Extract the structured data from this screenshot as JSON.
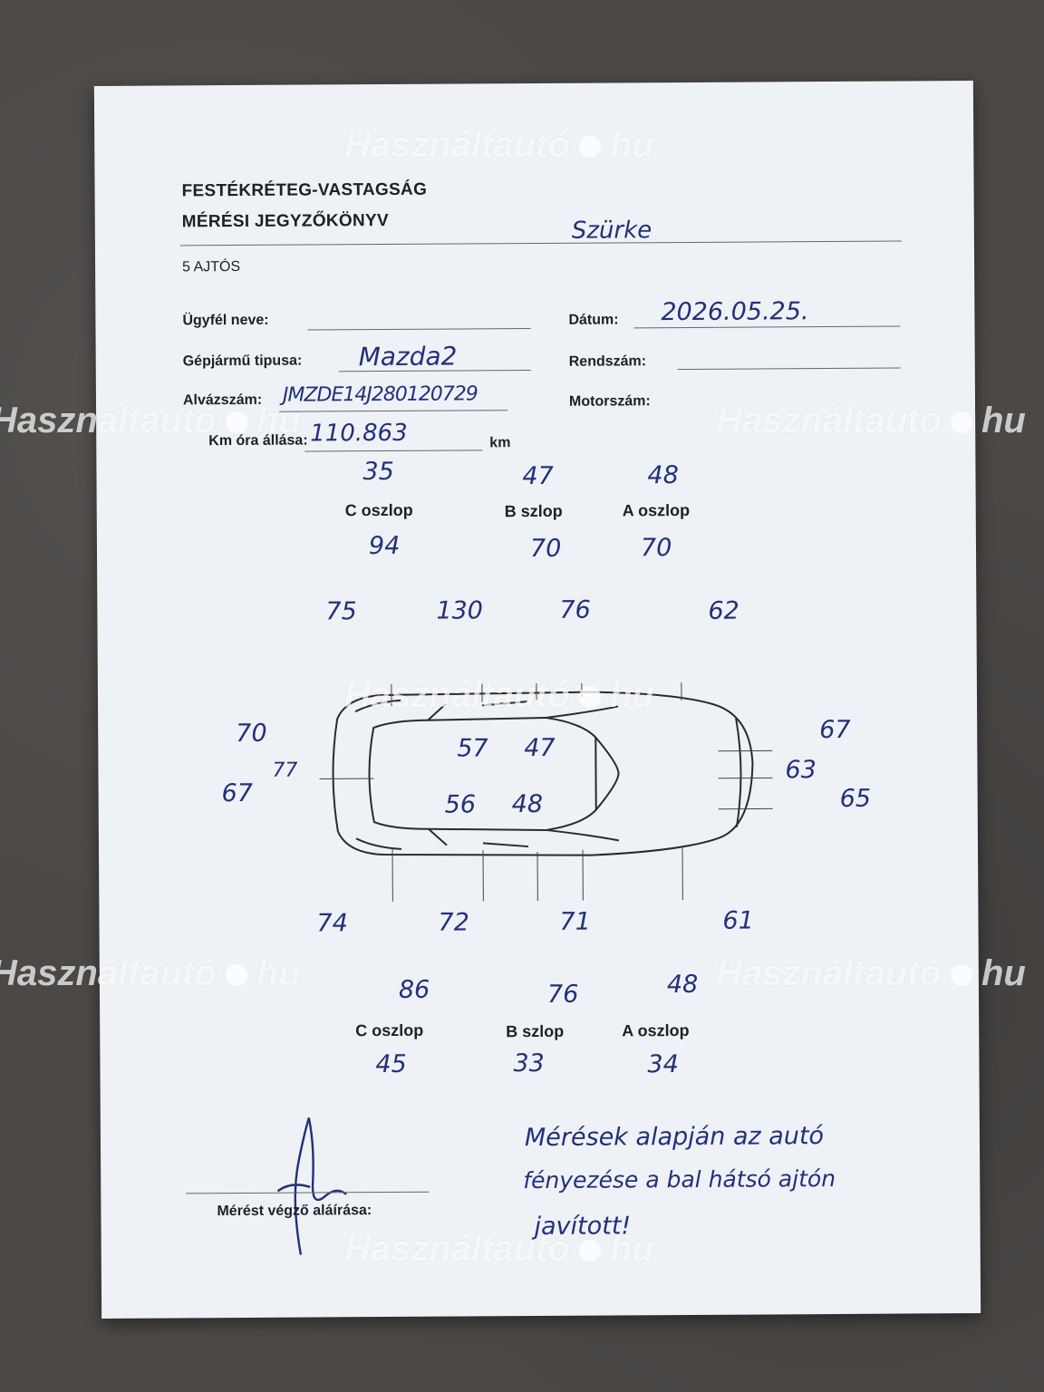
{
  "watermark": {
    "brand": "Használtautó",
    "tld": "hu"
  },
  "header": {
    "title_line1": "FESTÉKRÉTEG-VASTAGSÁG",
    "title_line2": "MÉRÉSI JEGYZŐKÖNYV",
    "doors": "5 AJTÓS",
    "color_handwritten": "Szürke"
  },
  "fields": {
    "client_label": "Ügyfél neve:",
    "client_value": "",
    "date_label": "Dátum:",
    "date_value": "2026.05.25.",
    "vehicle_type_label": "Gépjármű tipusa:",
    "vehicle_type_value": "Mazda2",
    "plate_label": "Rendszám:",
    "plate_value": "",
    "vin_label": "Alvázszám:",
    "vin_value": "JMZDE14J280120729",
    "engine_label": "Motorszám:",
    "engine_value": "",
    "odometer_label": "Km óra állása:",
    "odometer_value": "110.863",
    "odometer_unit": "km"
  },
  "pillars": {
    "c": "C oszlop",
    "b": "B szlop",
    "a": "A oszlop"
  },
  "measurements": {
    "top_c_pillar": "35",
    "top_b_pillar": "47",
    "top_a_pillar": "48",
    "top_row_1": "94",
    "top_row_2": "70",
    "top_row_3": "70",
    "left_rear_quarter": "75",
    "left_rear_door": "130",
    "left_front_door": "76",
    "left_front_fender": "62",
    "rear_left_1": "70",
    "rear_left_2": "77",
    "rear_left_3": "67",
    "roof_1": "57",
    "roof_2": "47",
    "roof_3": "56",
    "roof_4": "48",
    "front_right_1": "67",
    "front_right_2": "63",
    "front_right_3": "65",
    "right_rear_quarter": "74",
    "right_rear_door": "72",
    "right_front_door": "71",
    "right_front_fender": "61",
    "bottom_row_1": "86",
    "bottom_row_2": "76",
    "bottom_row_3": "48",
    "bottom_c_pillar": "45",
    "bottom_b_pillar": "33",
    "bottom_a_pillar": "34"
  },
  "signature": {
    "label": "Mérést végző aláírása:"
  },
  "note": {
    "line1": "Mérések alapján az autó",
    "line2": "fényezése a bal hátsó ajtón",
    "line3": "javított!"
  }
}
